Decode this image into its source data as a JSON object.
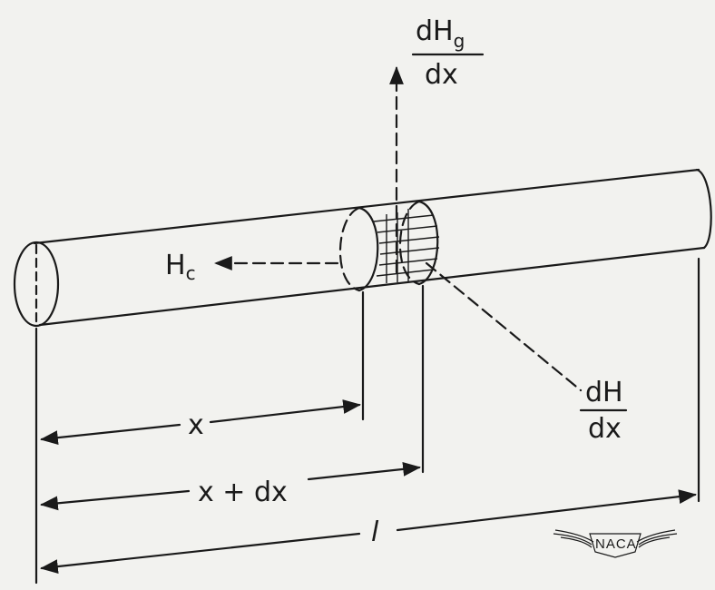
{
  "labels": {
    "dHg_num": "dH",
    "dHg_sub": "g",
    "dHg_den": "dx",
    "Hc_main": "H",
    "Hc_sub": "c",
    "dH_num": "dH",
    "dH_den": "dx",
    "x": "x",
    "x_plus_dx": "x + dx",
    "length": "l"
  },
  "logo": {
    "text": "NACA"
  }
}
